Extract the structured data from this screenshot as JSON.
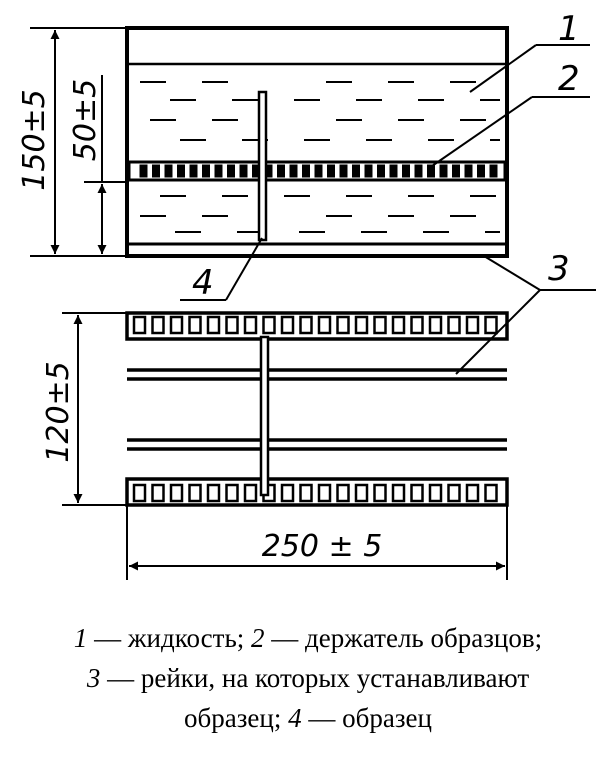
{
  "dimensions": {
    "total_height": "150±5",
    "liquid_depth": "50±5",
    "rail_height": "120±5",
    "width": "250 ± 5"
  },
  "callouts": {
    "liquid": "1",
    "holder": "2",
    "rails": "3",
    "sample": "4"
  },
  "caption": {
    "n1": "1",
    "t1": " — жидкость; ",
    "n2": "2",
    "t2": " — держатель образцов;",
    "n3": "3",
    "t3": " — рейки, на которых устанавливают",
    "t4": "образец; ",
    "n4": "4",
    "t5": " — образец"
  }
}
